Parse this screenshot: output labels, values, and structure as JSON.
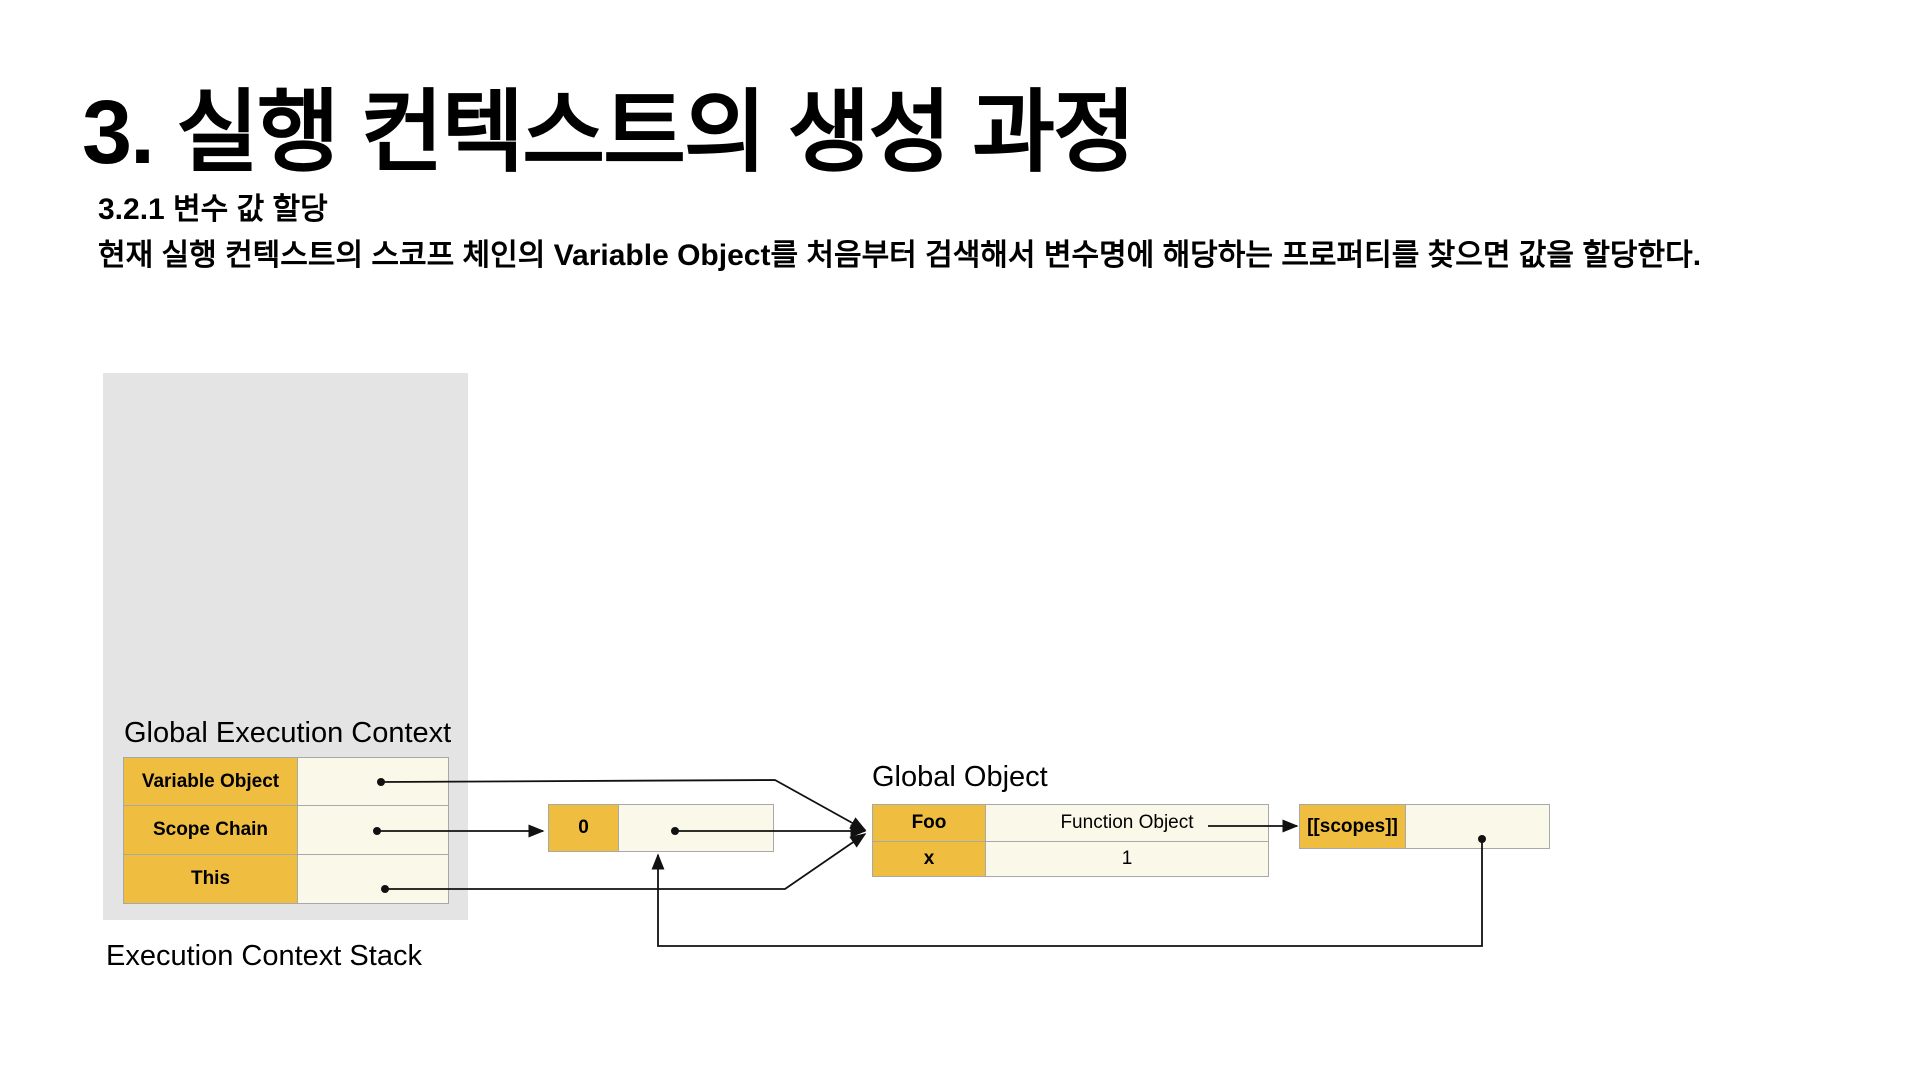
{
  "header": {
    "title": "3. 실행 컨텍스트의 생성 과정",
    "subtitle": "3.2.1 변수 값 할당",
    "description": "현재 실행 컨텍스트의 스코프 체인의 Variable Object를 처음부터 검색해서 변수명에 해당하는 프로퍼티를 찾으면 값을 할당한다."
  },
  "diagram": {
    "global_execution_context": {
      "label": "Global Execution Context",
      "rows": [
        {
          "key": "Variable Object"
        },
        {
          "key": "Scope Chain"
        },
        {
          "key": "This"
        }
      ]
    },
    "execution_context_stack": {
      "label": "Execution Context Stack"
    },
    "scope_chain_list": {
      "index": "0"
    },
    "global_object": {
      "label": "Global Object",
      "rows": [
        {
          "key": "Foo",
          "value": "Function Object"
        },
        {
          "key": "x",
          "value": "1"
        }
      ]
    },
    "function_object": {
      "key": "[[scopes]]"
    },
    "colors": {
      "key_fill": "#efbd40",
      "value_fill": "#faf8e8",
      "stack_background": "#e4e4e4",
      "cell_border": "#a8a8a8",
      "arrow": "#111111"
    }
  }
}
